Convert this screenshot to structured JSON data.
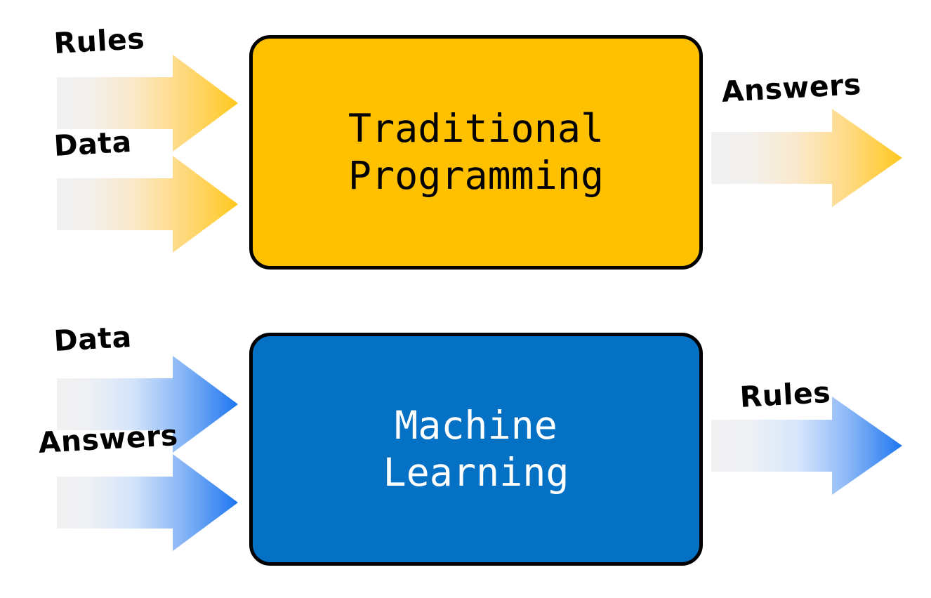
{
  "diagram": {
    "title_hidden": "",
    "background_color": "#ffffff",
    "rows": [
      {
        "id": "traditional-programming",
        "box": {
          "label_line1": "Traditional",
          "label_line2": "Programming",
          "fill_color": "#FFC000",
          "text_color": "#000000",
          "border_color": "#000000"
        },
        "inputs": [
          {
            "label": "Rules",
            "color_start": "#f1f1f1",
            "color_end": "#FFC000"
          },
          {
            "label": "Data",
            "color_start": "#f1f1f1",
            "color_end": "#FFC000"
          }
        ],
        "outputs": [
          {
            "label": "Answers",
            "color_start": "#f1f1f1",
            "color_end": "#FFC000"
          }
        ]
      },
      {
        "id": "machine-learning",
        "box": {
          "label_line1": "Machine",
          "label_line2": "Learning",
          "fill_color": "#0571C4",
          "text_color": "#FFFFFF",
          "border_color": "#000000"
        },
        "inputs": [
          {
            "label": "Data",
            "color_start": "#f1f1f1",
            "color_end": "#1E76F0"
          },
          {
            "label": "Answers",
            "color_start": "#f1f1f1",
            "color_end": "#1E76F0"
          }
        ],
        "outputs": [
          {
            "label": "Rules",
            "color_start": "#f1f1f1",
            "color_end": "#1E76F0"
          }
        ]
      }
    ]
  }
}
